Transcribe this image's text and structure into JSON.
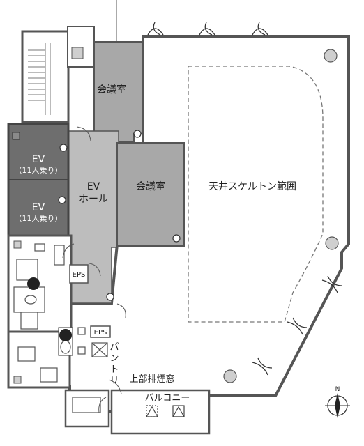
{
  "rooms": {
    "meeting_room_1": "会議室",
    "meeting_room_2": "会議室",
    "ev_hall_line1": "EV",
    "ev_hall_line2": "ホール",
    "skeleton_ceiling": "天井スケルトン範囲",
    "balcony": "バルコニー",
    "upper_smoke_window": "上部排煙窓",
    "pantry_1": "パ",
    "pantry_2": "ン",
    "pantry_3": "ト",
    "pantry_4": "リ"
  },
  "elevators": [
    {
      "label": "EV",
      "capacity": "（11人乗り）"
    },
    {
      "label": "EV",
      "capacity": "（11人乗り）"
    }
  ],
  "eps": [
    "EPS",
    "EPS"
  ],
  "compass": {
    "north": "N"
  },
  "colors": {
    "meeting_fill": "#a8a8a8",
    "core_fill": "#bdbdbd",
    "elevator_fill": "#6e6e6e",
    "office_fill": "#ffffff",
    "wall": "#555555",
    "dash": "#777777"
  }
}
